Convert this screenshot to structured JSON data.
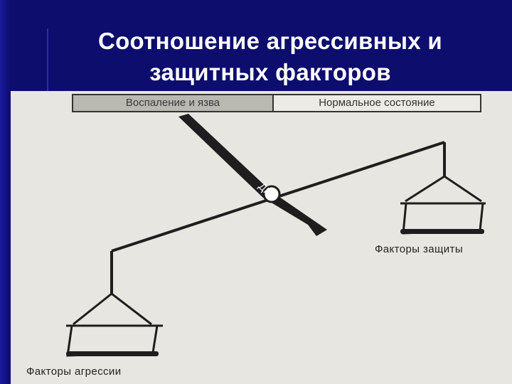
{
  "slide": {
    "title_line1": "Соотношение агрессивных и",
    "title_line2": "защитных факторов"
  },
  "diagram": {
    "state_left": "Воспаление и язва",
    "state_right": "Нормальное состояние",
    "pan_right_label": "Факторы защиты",
    "pan_left_label": "Факторы агрессии",
    "pointer_text": "ДПК"
  },
  "colors": {
    "background": "#0d0d6e",
    "title_text": "#ffffff",
    "figure_background": "#e7e6e0",
    "ink": "#222222"
  }
}
